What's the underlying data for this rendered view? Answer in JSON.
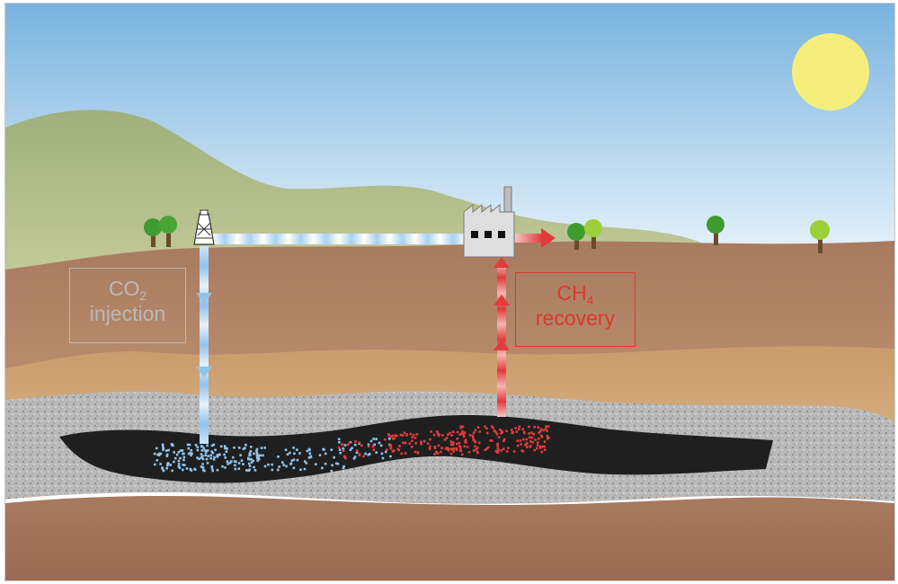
{
  "colors": {
    "sky_top": "#7fb7e0",
    "sky_bottom": "#e7f2fb",
    "sun": "#f6ee7c",
    "hill_far": "#a9b886",
    "ground_top": "#a97c62",
    "sand_layer": "#d0a474",
    "gravel_layer": "#bdbdbd",
    "coal_seam": "#1f1f1f",
    "ground_bottom": "#9d6f57",
    "co2_color": "#8fc3ef",
    "ch4_color": "#e03c3c",
    "co2_label_color": "#b9b9b9",
    "ch4_label_color": "#d83a2a",
    "tree_green": "#3e9b2f",
    "tree_light": "#9ccf3a",
    "factory": "#d9d9d9"
  },
  "labels": {
    "co2": {
      "line1_main": "CO",
      "line1_sub": "2",
      "line2": "injection"
    },
    "ch4": {
      "line1_main": "CH",
      "line1_sub": "4",
      "line2": "recovery"
    }
  },
  "icons": [
    "sun-icon",
    "drilling-rig-icon",
    "factory-icon",
    "tree-icon"
  ]
}
